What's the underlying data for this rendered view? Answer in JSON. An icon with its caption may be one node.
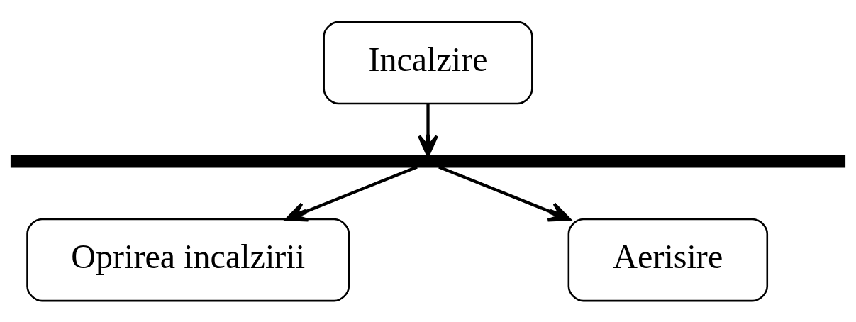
{
  "diagram": {
    "nodes": [
      {
        "text": [
          "Incalzire"
        ]
      },
      {
        "text": [],
        "shape": "bar"
      },
      {
        "text": [
          "Oprirea incalzirii"
        ]
      },
      {
        "text": [
          "Aerisire"
        ]
      }
    ],
    "edges": [
      {
        "from": 0,
        "to": 1,
        "arrow": "to"
      },
      {
        "from": 1,
        "to": 2,
        "arrow": "to"
      },
      {
        "from": 1,
        "to": 3,
        "arrow": "to"
      }
    ]
  }
}
